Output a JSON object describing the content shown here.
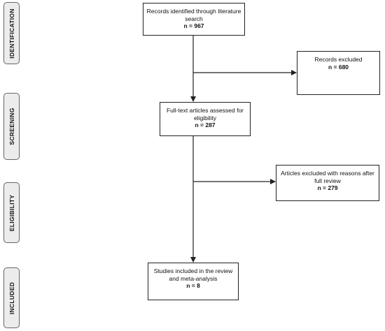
{
  "phases": [
    "IDENTIFICATION",
    "SCREENING",
    "ELIGIBILITY",
    "INCLUDED"
  ],
  "boxes": {
    "identified": {
      "text": "Records identified through literature search",
      "n": "n = 967"
    },
    "excluded": {
      "text": "Records excluded",
      "n": "n = 680"
    },
    "fulltext": {
      "text": "Full-text articles assessed for eligibility",
      "n": "n = 287"
    },
    "excluded_reasons": {
      "text": "Articles excluded with reasons after full review",
      "n": "n = 279"
    },
    "included": {
      "text": "Studies included in the review and meta-analysis",
      "n": "n = 8"
    }
  },
  "colors": {
    "line": "#222222",
    "phase_fill": "#ececec"
  }
}
